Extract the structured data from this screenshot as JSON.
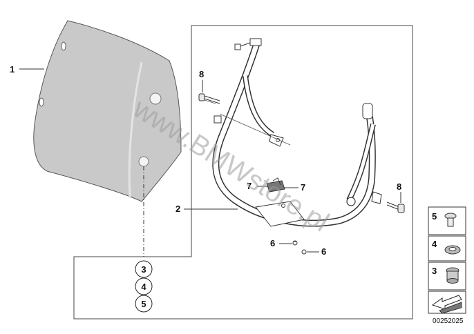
{
  "diagram": {
    "watermark": "www.BMWstore.pl",
    "document_number": "00252025",
    "callouts": {
      "windscreen": "1",
      "bracket": "2",
      "screw_left": "8",
      "screw_right": "8",
      "clip_left": "7",
      "clip_right": "7",
      "bolt_left": "6",
      "bolt_right": "6"
    },
    "stack": [
      "3",
      "4",
      "5"
    ],
    "legend": {
      "item5": "5",
      "item4": "4",
      "item3": "3"
    }
  }
}
